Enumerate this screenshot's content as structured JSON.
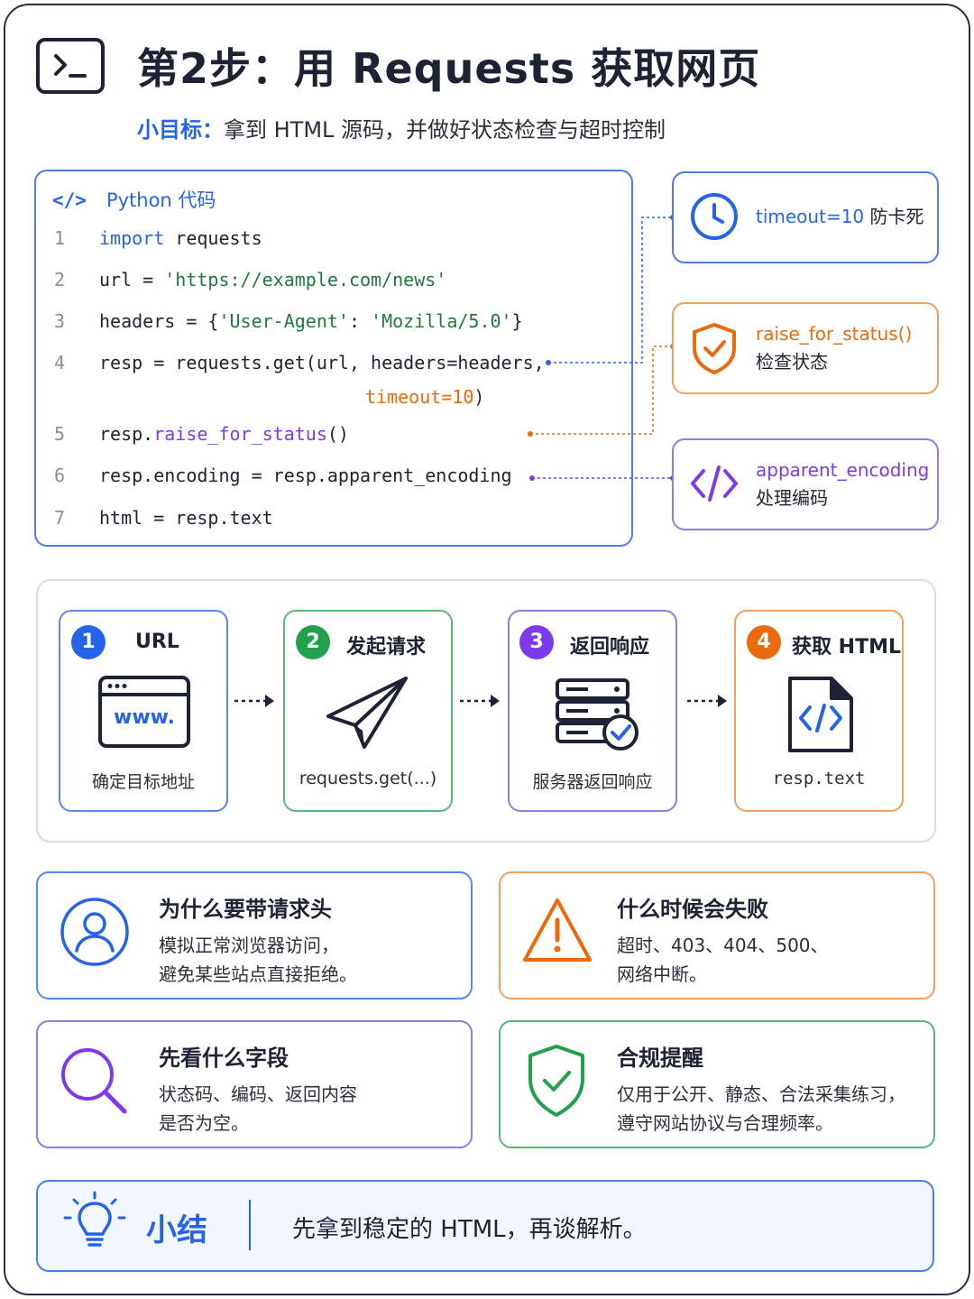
{
  "header": {
    "title": "第2步：用 Requests 获取网页",
    "subtitle_label": "小目标：",
    "subtitle_text": "拿到 HTML 源码，并做好状态检查与超时控制"
  },
  "code": {
    "heading": "Python 代码",
    "lines": [
      {
        "n": "1",
        "kw": "import",
        "rest": " requests"
      },
      {
        "n": "2",
        "a": "url = ",
        "s": "'https://example.com/news'"
      },
      {
        "n": "3",
        "a": "headers = {",
        "s1": "'User-Agent'",
        "b": ": ",
        "s2": "'Mozilla/5.0'",
        "c": "}"
      },
      {
        "n": "4",
        "a": "resp = requests.get(url, headers=headers,"
      },
      {
        "cont_kw": "timeout=10",
        "cont_rest": ")"
      },
      {
        "n": "5",
        "a": "resp.",
        "f": "raise_for_status",
        "b": "()"
      },
      {
        "n": "6",
        "a": "resp.encoding = resp.apparent_encoding"
      },
      {
        "n": "7",
        "a": "html = resp.text"
      }
    ]
  },
  "callouts": [
    {
      "code": "timeout=10",
      "text": "防卡死",
      "color": "#2563eb",
      "icon": "clock-icon"
    },
    {
      "code": "raise_for_status()",
      "text": "检查状态",
      "color": "#ea6a0c",
      "icon": "shield-check-icon"
    },
    {
      "code": "apparent_encoding",
      "text": "处理编码",
      "color": "#7c3aed",
      "icon": "code-brackets-icon"
    }
  ],
  "flow": [
    {
      "num": "1",
      "title": "URL",
      "sub": "确定目标地址",
      "color": "#2563eb",
      "border": "#5b87ea",
      "icon": "browser-icon",
      "icon_text": "www."
    },
    {
      "num": "2",
      "title": "发起请求",
      "sub": "requests.get(...)",
      "color": "#22a04b",
      "border": "#57b877",
      "icon": "paper-plane-icon"
    },
    {
      "num": "3",
      "title": "返回响应",
      "sub": "服务器返回响应",
      "color": "#7c3aed",
      "border": "#9a77e6",
      "icon": "server-check-icon"
    },
    {
      "num": "4",
      "title": "获取 HTML",
      "sub": "resp.text",
      "color": "#ea6a0c",
      "border": "#f0a060",
      "icon": "html-file-icon"
    }
  ],
  "cards": [
    {
      "title": "为什么要带请求头",
      "l1": "模拟正常浏览器访问，",
      "l2": "避免某些站点直接拒绝。",
      "color": "#2563eb",
      "icon": "user-icon"
    },
    {
      "title": "什么时候会失败",
      "l1": "超时、403、404、500、",
      "l2": "网络中断。",
      "color": "#ea6a0c",
      "icon": "warning-icon"
    },
    {
      "title": "先看什么字段",
      "l1": "状态码、编码、返回内容",
      "l2": "是否为空。",
      "color": "#7c3aed",
      "icon": "magnifier-icon"
    },
    {
      "title": "合规提醒",
      "l1": "仅用于公开、静态、合法采集练习，",
      "l2": "遵守网站协议与合理频率。",
      "color": "#22a04b",
      "icon": "shield-icon"
    }
  ],
  "summary": {
    "title": "小结",
    "text": "先拿到稳定的 HTML，再谈解析。",
    "icon": "lightbulb-icon"
  }
}
